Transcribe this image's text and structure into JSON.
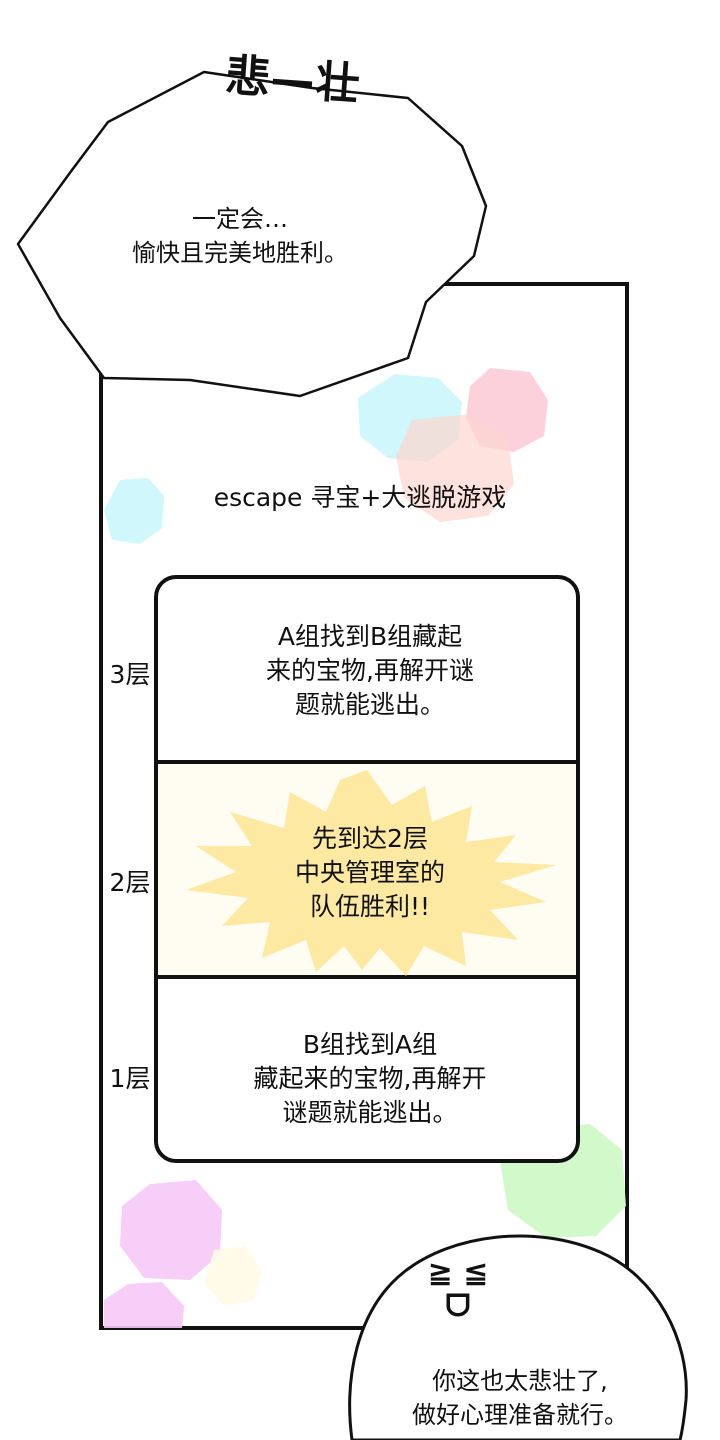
{
  "header": {
    "sfx": "悲—壮"
  },
  "top_bubble": {
    "lines": [
      "一定会…",
      "愉快且完美地胜利。"
    ]
  },
  "board": {
    "title": "escape 寻宝+大逃脱游戏",
    "floors": [
      {
        "label": "3层",
        "lines": [
          "A组找到B组藏起",
          "来的宝物,再解开谜",
          "题就能逃出。"
        ]
      },
      {
        "label": "2层",
        "lines": [
          "先到达2层",
          "中央管理室的",
          "队伍胜利!!"
        ]
      },
      {
        "label": "1层",
        "lines": [
          "B组找到A组",
          "藏起来的宝物,再解开",
          "谜题就能逃出。"
        ]
      }
    ]
  },
  "bottom_bubble": {
    "face": "≧ ≦\nᗜ",
    "lines": [
      "你这也太悲壮了,",
      "做好心理准备就行。"
    ]
  },
  "colors": {
    "ink": "#111111",
    "burst": "#fde9a2",
    "cyan": "#c8f6fb",
    "pink": "#fbc9d6",
    "green": "#ccf8c3",
    "violet": "#f5c9f7"
  }
}
